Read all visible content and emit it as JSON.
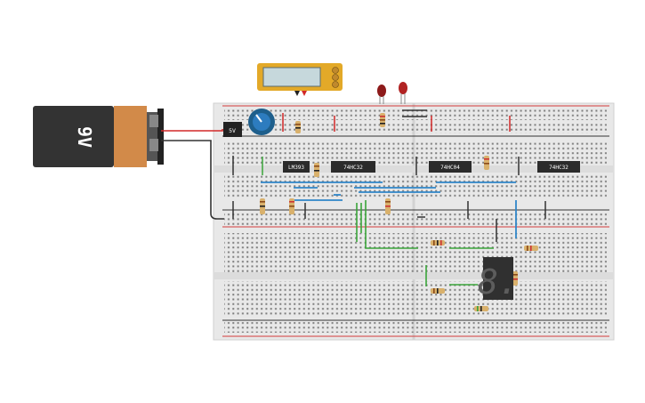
{
  "canvas": {
    "battery_label": "9V",
    "regulator_label": "5V",
    "chips": [
      {
        "label": "LM393"
      },
      {
        "label": "74HC32"
      },
      {
        "label": "74HC04"
      },
      {
        "label": "74HC32"
      }
    ],
    "seven_segment_digit": "8."
  },
  "colors": {
    "board": "#e6e6e6",
    "rail_red": "#d33d3d",
    "rail_black": "#333333",
    "wire_blue": "#2f86c8",
    "wire_green": "#3aa53a",
    "wire_red": "#d22828",
    "battery_body": "#333333",
    "battery_label_band": "#d28a49",
    "multimeter_yellow": "#e3a928",
    "chip_body": "#2b2b2b",
    "display_body": "#303030"
  },
  "icons": {
    "battery": "battery-9v-icon",
    "multimeter": "multimeter-icon",
    "potentiometer": "potentiometer-icon",
    "led": "led-icon",
    "resistor": "resistor-icon",
    "seven_segment": "seven-segment-display-icon"
  }
}
